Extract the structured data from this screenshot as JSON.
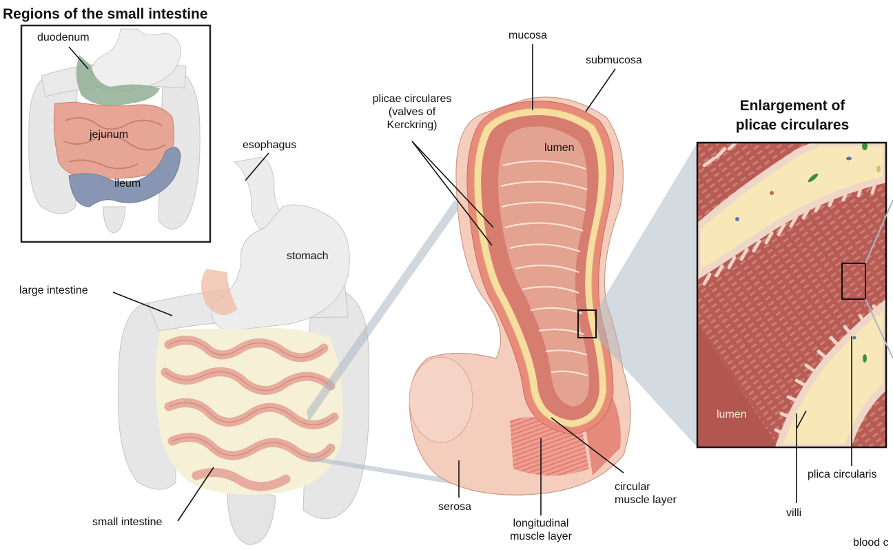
{
  "titles": {
    "regions": "Regions of the small intestine",
    "enlargement": [
      "Enlargement of",
      "plicae circulares"
    ]
  },
  "labels": {
    "duodenum": "duodenum",
    "jejunum": "jejunum",
    "ileum": "ileum",
    "esophagus": "esophagus",
    "stomach": "stomach",
    "large_intestine": "large intestine",
    "small_intestine": "small intestine",
    "mucosa": "mucosa",
    "submucosa": "submucosa",
    "plicae_circulares": [
      "plicae circulares",
      "(valves of",
      "Kerckring)"
    ],
    "lumen_section": "lumen",
    "lumen_enlargement": "lumen",
    "serosa": "serosa",
    "longitudinal_muscle": [
      "longitudinal",
      "muscle layer"
    ],
    "circular_muscle": [
      "circular",
      "muscle layer"
    ],
    "plica_circularis": "plica circularis",
    "villi": "villi",
    "blood_cut": "blood c"
  },
  "colors": {
    "duodenum": "#8fae93",
    "jejunum": "#e6a595",
    "ileum": "#8896b4",
    "organ_gray": "#e3e3e3",
    "tissue_pink": "#f3c3b3",
    "mucosa_red": "#c9665c",
    "submucosa_yellow": "#f6dea0",
    "enlargement_bg": "#b75c55"
  }
}
